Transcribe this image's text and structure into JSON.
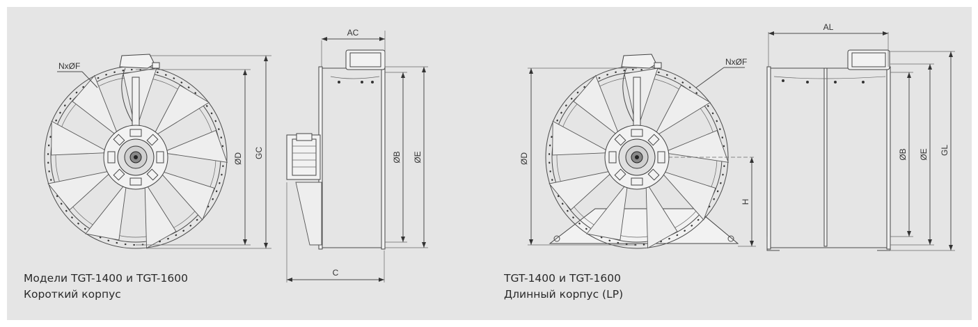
{
  "captions": {
    "short": {
      "line1": "Модели TGT-1400 и TGT-1600",
      "line2": "Короткий корпус"
    },
    "long": {
      "line1": "TGT-1400 и TGT-1600",
      "line2": "Длинный корпус (LP)"
    }
  },
  "labels": {
    "short_front": {
      "flange": "NxØF",
      "d": "ØD",
      "gc": "GC"
    },
    "short_side": {
      "ac": "AC",
      "c": "C",
      "b": "ØB",
      "e": "ØE"
    },
    "long_front": {
      "flange": "NxØF",
      "d": "ØD",
      "h": "H"
    },
    "long_side": {
      "al": "AL",
      "b": "ØB",
      "e": "ØE",
      "gl": "GL"
    }
  }
}
